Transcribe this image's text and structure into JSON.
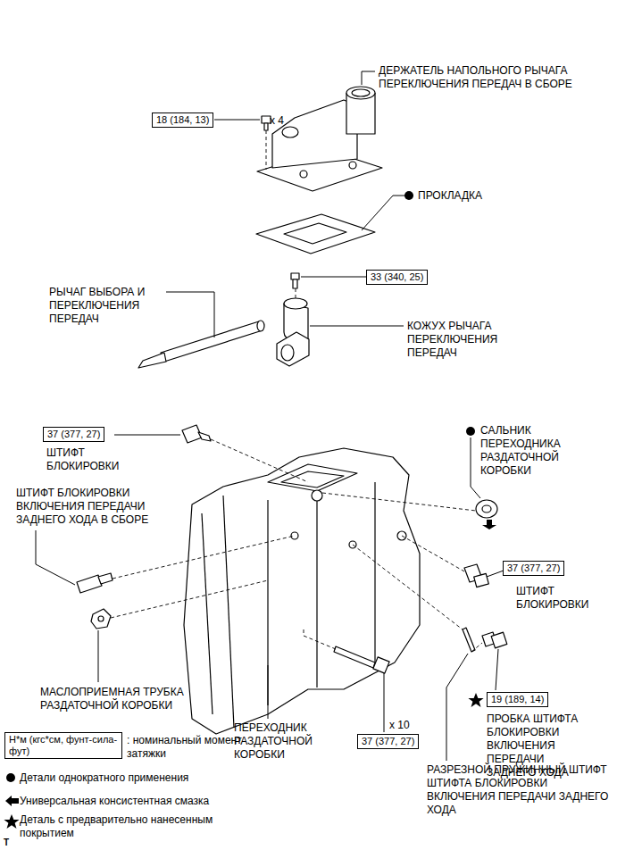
{
  "diagram": {
    "nodes": [
      {
        "text": [
          "18 (184, 13)"
        ]
      },
      {
        "text": [
          "33 (340, 25)"
        ]
      },
      {
        "text": [
          "37 (377, 27)"
        ]
      },
      {
        "text": [
          "37 (377, 27)"
        ]
      },
      {
        "text": [
          "19 (189, 14)"
        ]
      },
      {
        "text": [
          "37 (377, 27)"
        ]
      },
      {
        "text": [
          "Н*м (кгс*см, фунт-сила-фут)"
        ]
      }
    ],
    "labels": [
      "ДЕРЖАТЕЛЬ НАПОЛЬНОГО РЫЧАГА ПЕРЕКЛЮЧЕНИЯ ПЕРЕДАЧ В СБОРЕ",
      "x 4",
      "ПРОКЛАДКА",
      "РЫЧАГ ВЫБОРА И ПЕРЕКЛЮЧЕНИЯ ПЕРЕДАЧ",
      "КОЖУХ РЫЧАГА ПЕРЕКЛЮЧЕНИЯ ПЕРЕДАЧ",
      "ШТИФТ БЛОКИРОВКИ",
      "САЛЬНИК ПЕРЕХОДНИКА РАЗДАТОЧНОЙ КОРОБКИ",
      "ШТИФТ БЛОКИРОВКИ ВКЛЮЧЕНИЯ ПЕРЕДАЧИ ЗАДНЕГО ХОДА В СБОРЕ",
      "ШТИФТ БЛОКИРОВКИ",
      "МАСЛОПРИЕМНАЯ ТРУБКА РАЗДАТОЧНОЙ КОРОБКИ",
      "ПЕРЕХОДНИК РАЗДАТОЧНОЙ КОРОБКИ",
      "ПРОБКА ШТИФТА БЛОКИРОВКИ ВКЛЮЧЕНИЯ ПЕРЕДАЧИ ЗАДНЕГО ХОДА",
      "x 10",
      "РАЗРЕЗНОЙ ПРУЖИННЫЙ ШТИФТ ШТИФТА БЛОКИРОВКИ ВКЛЮЧЕНИЯ ПЕРЕДАЧИ ЗАДНЕГО ХОДА",
      "T"
    ],
    "legend": [
      {
        "text": ": номинальный момент затяжки"
      },
      {
        "text": "Детали однократного применения"
      },
      {
        "text": "Универсальная консистентная смазка"
      },
      {
        "text": "Деталь с предварительно нанесенным покрытием"
      }
    ]
  }
}
